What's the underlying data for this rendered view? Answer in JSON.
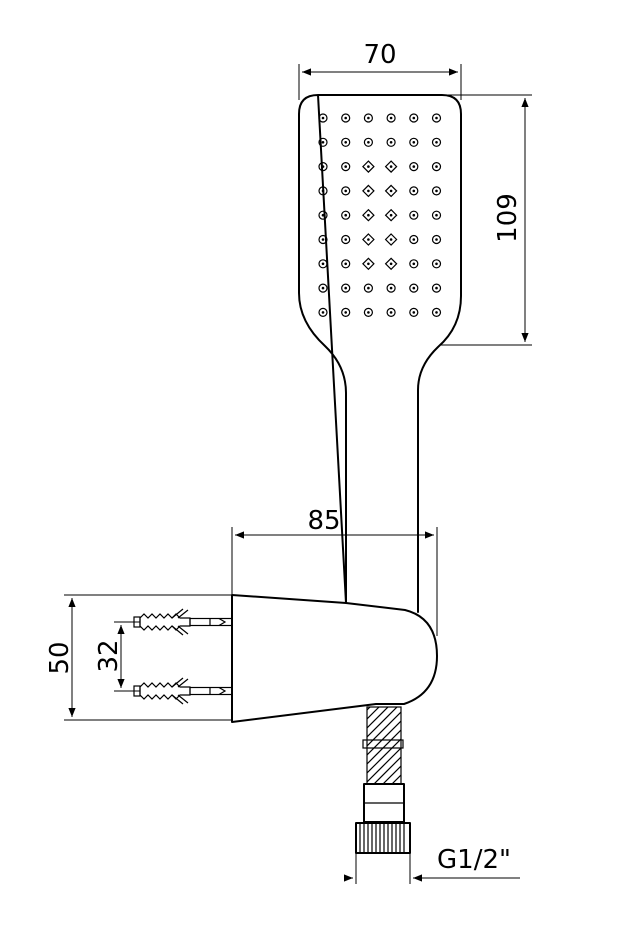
{
  "drawing": {
    "subject": "hand-shower-with-wall-holder",
    "line_color": "#000000",
    "background": "#ffffff"
  },
  "dimensions": {
    "head_width": "70",
    "head_height": "109",
    "holder_projection": "85",
    "holder_height": "50",
    "screw_spacing": "32",
    "thread_size": "G1/2\""
  },
  "nozzle_grid": {
    "rows": 9,
    "cols": 6,
    "diamond_cells": [
      [
        2,
        2
      ],
      [
        2,
        3
      ],
      [
        3,
        2
      ],
      [
        3,
        3
      ],
      [
        4,
        2
      ],
      [
        4,
        3
      ],
      [
        5,
        2
      ],
      [
        5,
        3
      ],
      [
        6,
        2
      ],
      [
        6,
        3
      ]
    ]
  }
}
